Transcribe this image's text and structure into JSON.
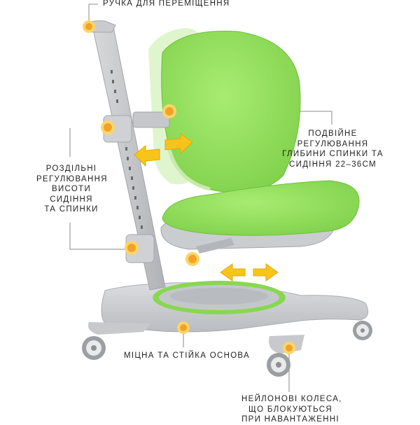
{
  "colors": {
    "seat_green": "#8fdc5a",
    "frame_gray": "#c9cbce",
    "marker_orange": "#f2a227",
    "arrow_yellow": "#f7c41a",
    "line_gray": "#8a8a8a"
  },
  "callouts": {
    "handle": {
      "lines": [
        "РУЧКА ДЛЯ ПЕРЕМІЩЕННЯ"
      ]
    },
    "depth": {
      "lines": [
        "ПОДВІЙНЕ",
        "РЕГУЛЮВАННЯ",
        "ГЛИБИНИ СПИНКИ ТА",
        "СИДІННЯ 22–36СМ"
      ]
    },
    "height": {
      "lines": [
        "РОЗДІЛЬНІ",
        "РЕГУЛЮВАННЯ",
        "ВИСОТИ",
        "СИДІННЯ",
        "ТА СПИНКИ"
      ]
    },
    "base": {
      "lines": [
        "МІЦНА ТА СТІЙКА ОСНОВА"
      ]
    },
    "wheels": {
      "lines": [
        "НЕЙЛОНОВІ КОЛЕСА,",
        "ЩО БЛОКУЮТЬСЯ",
        "ПРИ НАВАНТАЖЕННІ"
      ]
    }
  }
}
